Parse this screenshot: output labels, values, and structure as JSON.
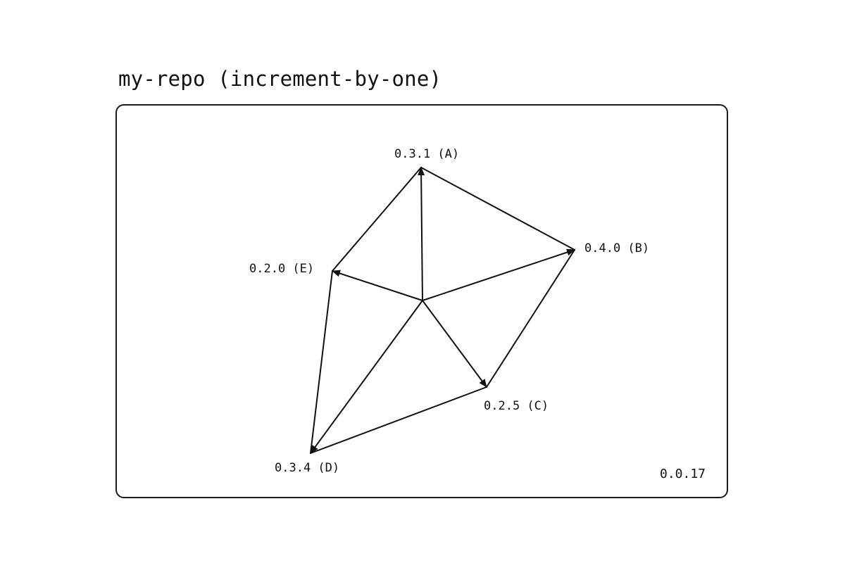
{
  "title": "my-repo (increment-by-one)",
  "footer_version": "0.0.17",
  "nodes": [
    {
      "id": "A",
      "label": "0.3.1 (A)"
    },
    {
      "id": "B",
      "label": "0.4.0 (B)"
    },
    {
      "id": "C",
      "label": "0.2.5 (C)"
    },
    {
      "id": "D",
      "label": "0.3.4 (D)"
    },
    {
      "id": "E",
      "label": "0.2.0 (E)"
    }
  ],
  "edges": [
    {
      "from": "center",
      "to": "A",
      "arrow": true
    },
    {
      "from": "center",
      "to": "B",
      "arrow": true
    },
    {
      "from": "center",
      "to": "C",
      "arrow": true
    },
    {
      "from": "center",
      "to": "D",
      "arrow": true
    },
    {
      "from": "center",
      "to": "E",
      "arrow": true
    },
    {
      "from": "A",
      "to": "B",
      "arrow": false
    },
    {
      "from": "B",
      "to": "C",
      "arrow": false
    },
    {
      "from": "C",
      "to": "D",
      "arrow": false
    },
    {
      "from": "D",
      "to": "E",
      "arrow": false
    },
    {
      "from": "E",
      "to": "A",
      "arrow": false
    }
  ]
}
